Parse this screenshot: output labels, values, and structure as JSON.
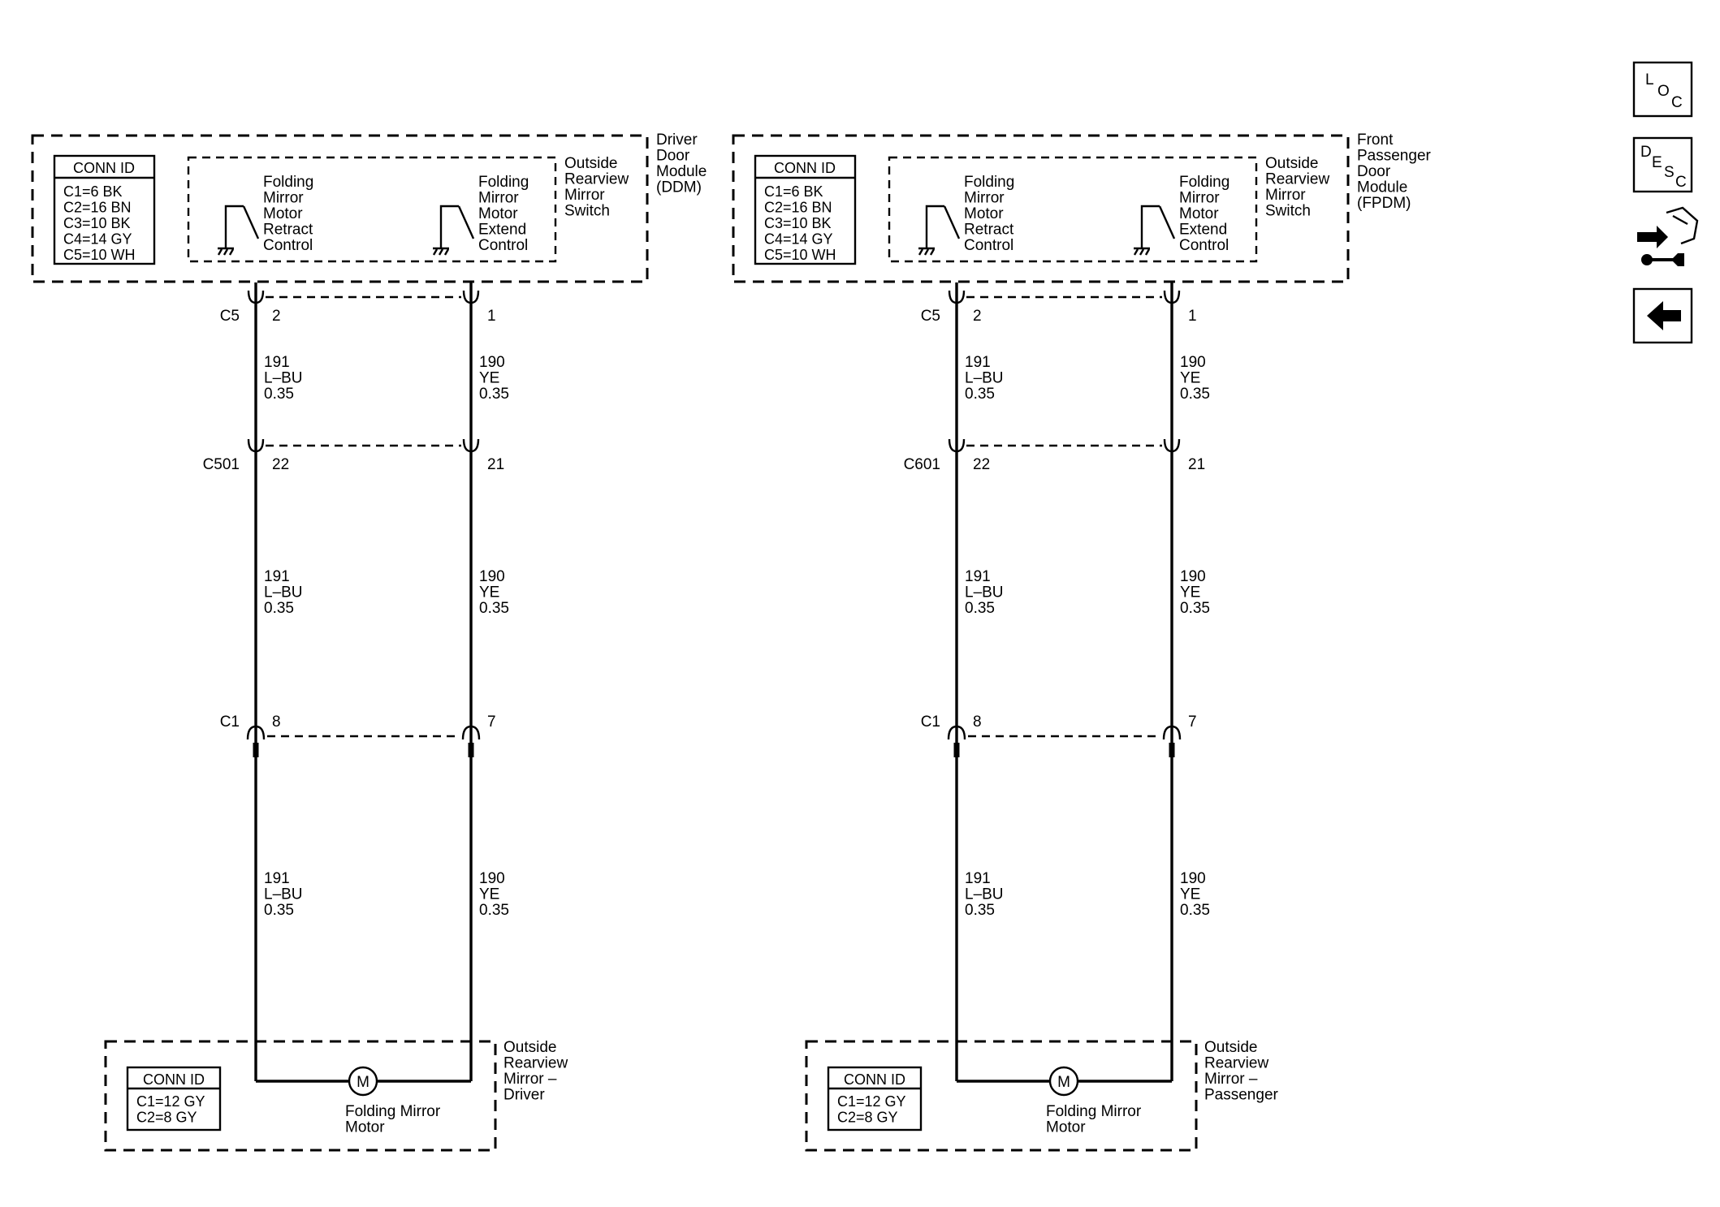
{
  "conn_id_label": "CONN ID",
  "driver_side": {
    "module_label": [
      "Driver",
      "Door",
      "Module",
      "(DDM)"
    ],
    "module_conn_ids": [
      "C1=6 BK",
      "C2=16 BN",
      "C3=10 BK",
      "C4=14 GY",
      "C5=10 WH"
    ],
    "switch_label": [
      "Outside",
      "Rearview",
      "Mirror",
      "Switch"
    ],
    "retract_label": [
      "Folding",
      "Mirror",
      "Motor",
      "Retract",
      "Control"
    ],
    "extend_label": [
      "Folding",
      "Mirror",
      "Motor",
      "Extend",
      "Control"
    ],
    "connector_rows": [
      {
        "name": "C5",
        "left_pin": "2",
        "right_pin": "1"
      },
      {
        "name": "C501",
        "left_pin": "22",
        "right_pin": "21"
      },
      {
        "name": "C1",
        "left_pin": "8",
        "right_pin": "7"
      }
    ],
    "left_wire": [
      "191",
      "L–BU",
      "0.35"
    ],
    "right_wire": [
      "190",
      "YE",
      "0.35"
    ],
    "mirror_label": [
      "Outside",
      "Rearview",
      "Mirror –",
      "Driver"
    ],
    "mirror_conn_ids": [
      "C1=12 GY",
      "C2=8 GY"
    ],
    "motor_symbol": "M",
    "motor_label": [
      "Folding Mirror",
      "Motor"
    ]
  },
  "passenger_side": {
    "module_label": [
      "Front",
      "Passenger",
      "Door",
      "Module",
      "(FPDM)"
    ],
    "module_conn_ids": [
      "C1=6 BK",
      "C2=16 BN",
      "C3=10 BK",
      "C4=14 GY",
      "C5=10 WH"
    ],
    "switch_label": [
      "Outside",
      "Rearview",
      "Mirror",
      "Switch"
    ],
    "retract_label": [
      "Folding",
      "Mirror",
      "Motor",
      "Retract",
      "Control"
    ],
    "extend_label": [
      "Folding",
      "Mirror",
      "Motor",
      "Extend",
      "Control"
    ],
    "connector_rows": [
      {
        "name": "C5",
        "left_pin": "2",
        "right_pin": "1"
      },
      {
        "name": "C601",
        "left_pin": "22",
        "right_pin": "21"
      },
      {
        "name": "C1",
        "left_pin": "8",
        "right_pin": "7"
      }
    ],
    "left_wire": [
      "191",
      "L–BU",
      "0.35"
    ],
    "right_wire": [
      "190",
      "YE",
      "0.35"
    ],
    "mirror_label": [
      "Outside",
      "Rearview",
      "Mirror –",
      "Passenger"
    ],
    "mirror_conn_ids": [
      "C1=12 GY",
      "C2=8 GY"
    ],
    "motor_symbol": "M",
    "motor_label": [
      "Folding Mirror",
      "Motor"
    ]
  },
  "nav_buttons": [
    {
      "name": "loc-button",
      "icon": "loc-icon",
      "letters": [
        "L",
        "O",
        "C"
      ]
    },
    {
      "name": "desc-button",
      "icon": "desc-icon",
      "letters": [
        "D",
        "E",
        "S",
        "C"
      ]
    },
    {
      "name": "connector-service-button",
      "icon": "plug-wrench-icon"
    },
    {
      "name": "back-button",
      "icon": "back-arrow-icon"
    }
  ]
}
